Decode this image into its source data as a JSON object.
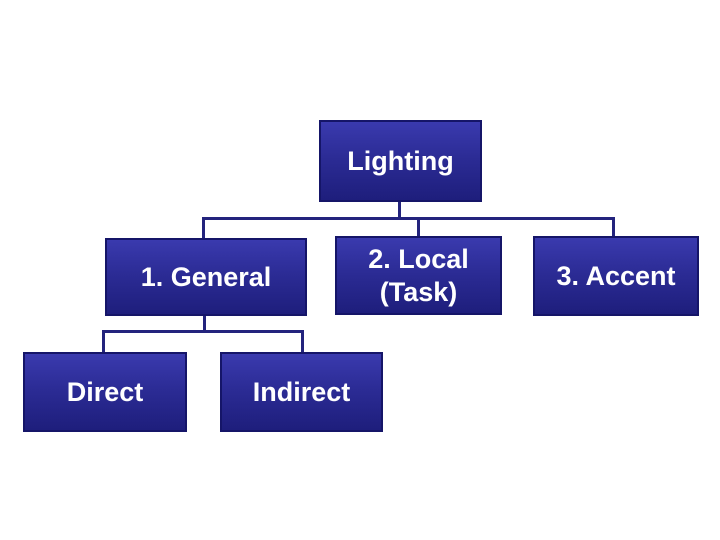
{
  "diagram": {
    "type": "org-chart-tree",
    "title": "Lighting",
    "nodes": [
      {
        "id": "lighting",
        "label": "Lighting",
        "parent": null,
        "level": 0
      },
      {
        "id": "general",
        "label": "1. General",
        "parent": "lighting",
        "level": 1
      },
      {
        "id": "local",
        "label": "2. Local (Task)",
        "parent": "lighting",
        "level": 1
      },
      {
        "id": "accent",
        "label": "3. Accent",
        "parent": "lighting",
        "level": 1
      },
      {
        "id": "direct",
        "label": "Direct",
        "parent": "general",
        "level": 2
      },
      {
        "id": "indirect",
        "label": "Indirect",
        "parent": "general",
        "level": 2
      }
    ],
    "colors": {
      "background": "#ffffff",
      "box-fill-top": "#3a3aae",
      "box-fill-mid": "#2b2b94",
      "box-fill-bottom": "#1e1e7c",
      "box-border": "#151568",
      "connector": "#23237d",
      "text": "#ffffff"
    }
  }
}
